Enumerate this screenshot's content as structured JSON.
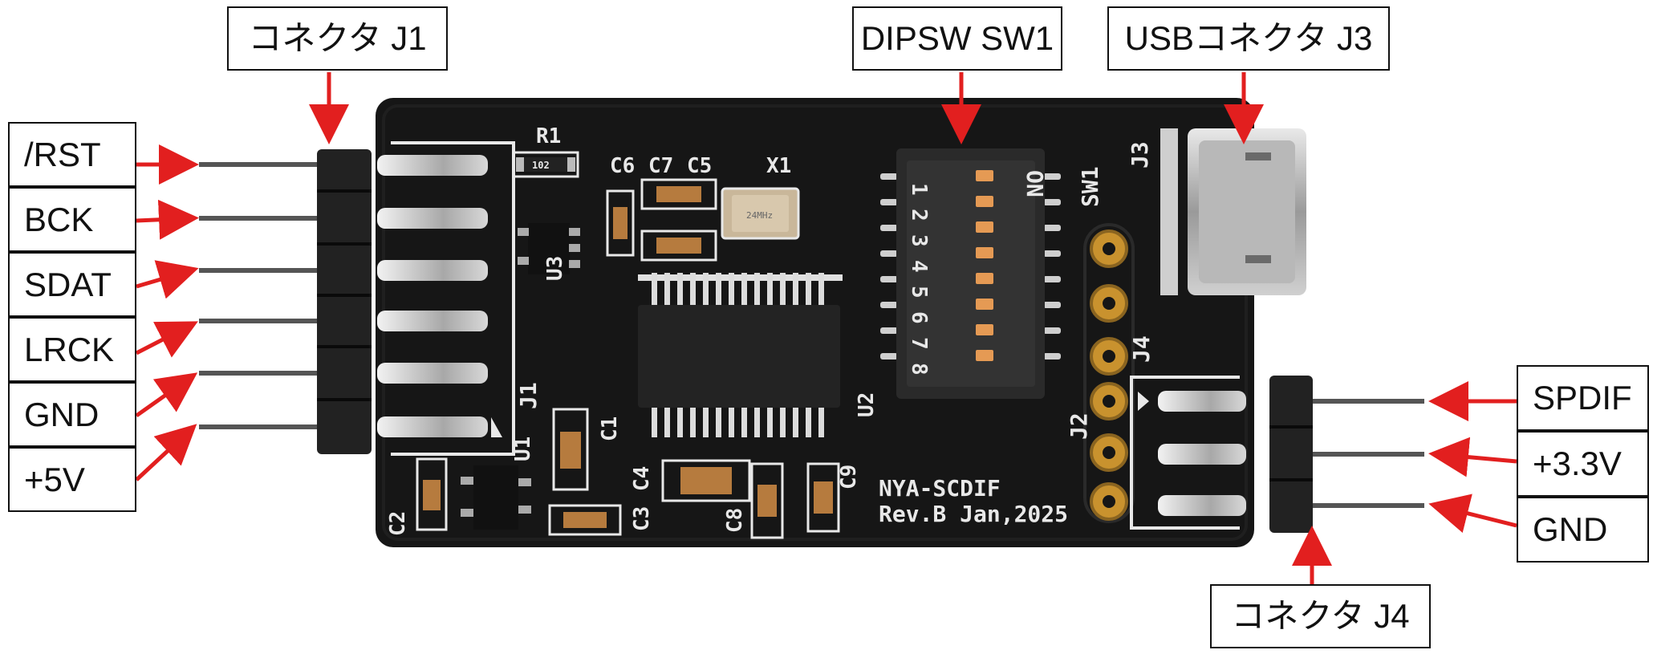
{
  "callouts": {
    "top": {
      "j1": "コネクタ J1",
      "sw1": "DIPSW SW1",
      "j3": "USBコネクタ J3"
    },
    "left_pins": [
      "/RST",
      "BCK",
      "SDAT",
      "LRCK",
      "GND",
      "+5V"
    ],
    "right_pins": [
      "SPDIF",
      "+3.3V",
      "GND"
    ],
    "bottom": {
      "j4": "コネクタ J4"
    }
  },
  "board": {
    "name": "NYA-SCDIF",
    "revision": "Rev.B Jan,2025",
    "silkscreen": {
      "r1": "R1",
      "c6": "C6",
      "c7": "C7",
      "c5": "C5",
      "x1": "X1",
      "u3": "U3",
      "u2": "U2",
      "u1": "U1",
      "c1": "C1",
      "c2": "C2",
      "c3": "C3",
      "c4": "C4",
      "c8": "C8",
      "c9": "C9",
      "j1": "J1",
      "j2": "J2",
      "j3": "J3",
      "j4": "J4",
      "sw1": "SW1",
      "on": "ON",
      "dip_numbers": [
        "1",
        "2",
        "3",
        "4",
        "5",
        "6",
        "7",
        "8"
      ],
      "r1_marking": "102",
      "x1_marking": "24MHz"
    }
  },
  "colors": {
    "pcb": "#161616",
    "silkscreen": "#e8e8e8",
    "arrow": "#e21f1f",
    "pin_header": "#222222",
    "gold_pad": "#c9922e",
    "label_border": "#111111"
  }
}
